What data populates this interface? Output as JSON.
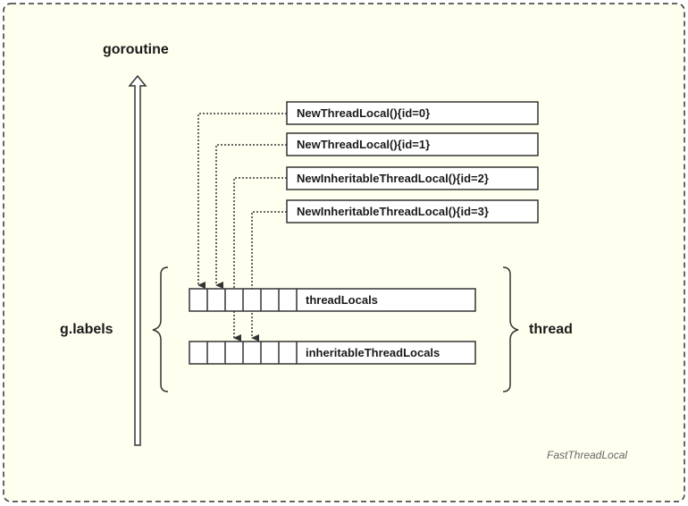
{
  "labels": {
    "goroutine": "goroutine",
    "g_labels": "g.labels",
    "thread": "thread",
    "caption": "FastThreadLocal"
  },
  "calls": [
    "NewThreadLocal(){id=0}",
    "NewThreadLocal(){id=1}",
    "NewInheritableThreadLocal(){id=2}",
    "NewInheritableThreadLocal(){id=3}"
  ],
  "arrays": {
    "thread_locals": "threadLocals",
    "inheritable_thread_locals": "inheritableThreadLocals"
  },
  "colors": {
    "background": "#fffff0",
    "line": "#333333",
    "box_fill": "#ffffff"
  }
}
